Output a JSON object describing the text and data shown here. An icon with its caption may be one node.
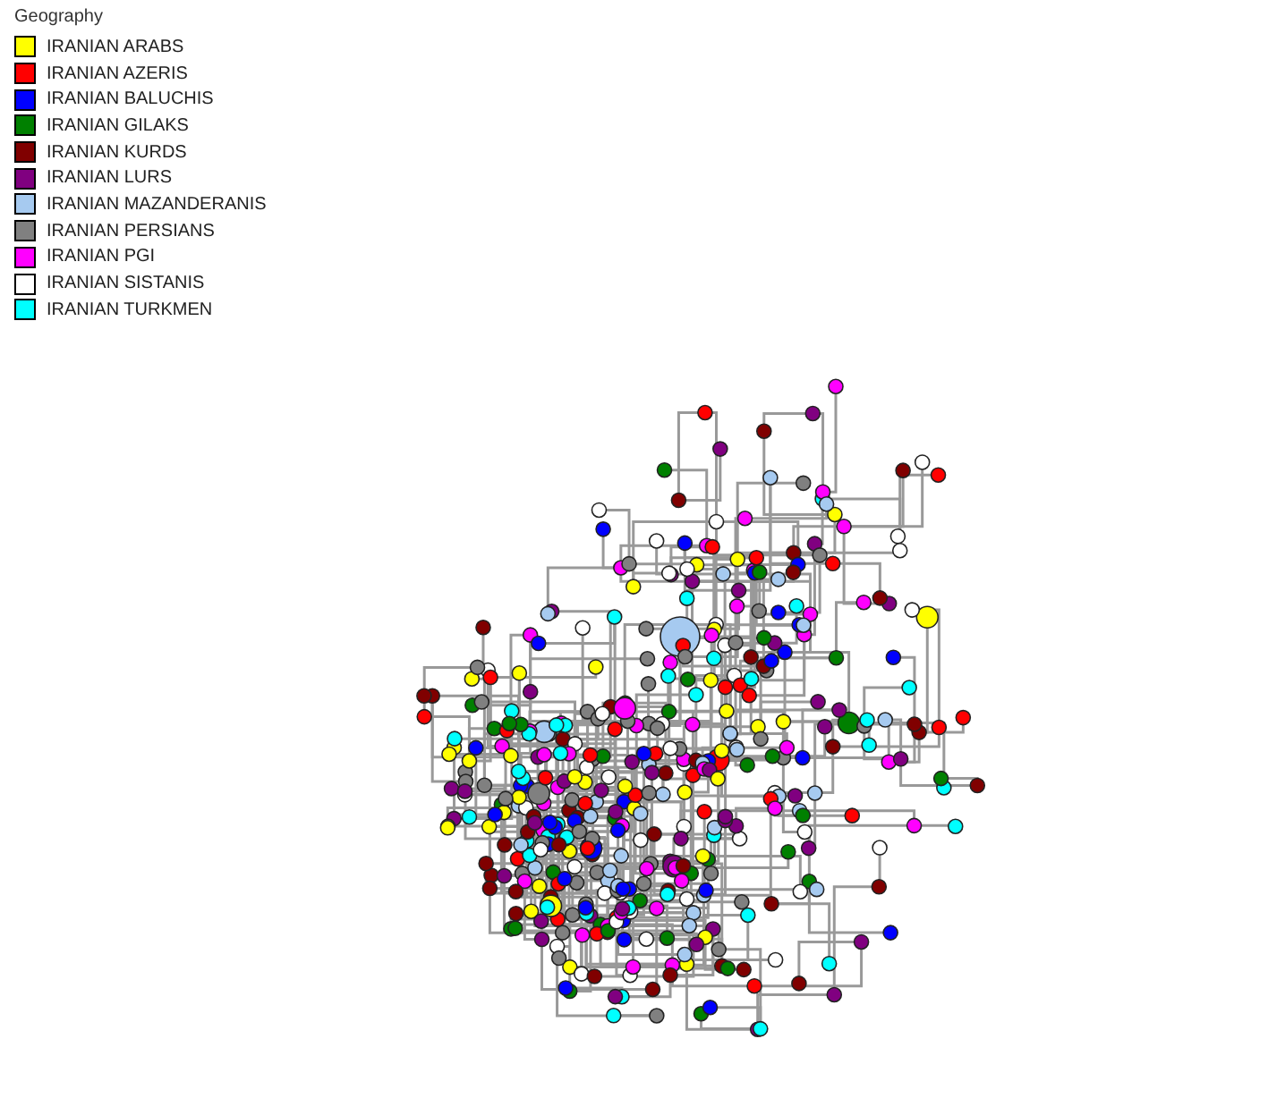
{
  "diagram": {
    "title": "Geography",
    "legend": [
      {
        "text": "IRANIAN ARABS",
        "color": "#ffff00"
      },
      {
        "text": "IRANIAN AZERIS",
        "color": "#ff0000"
      },
      {
        "text": "IRANIAN BALUCHIS",
        "color": "#0000ff"
      },
      {
        "text": "IRANIAN GILAKS",
        "color": "#008000"
      },
      {
        "text": "IRANIAN KURDS",
        "color": "#800000"
      },
      {
        "text": "IRANIAN LURS",
        "color": "#800080"
      },
      {
        "text": "IRANIAN MAZANDERANIS",
        "color": "#a6caf0"
      },
      {
        "text": "IRANIAN PERSIANS",
        "color": "#808080"
      },
      {
        "text": "IRANIAN PGI",
        "color": "#ff00ff"
      },
      {
        "text": "IRANIAN SISTANIS",
        "color": "#ffffff"
      },
      {
        "text": "IRANIAN TURKMEN",
        "color": "#00ffff"
      }
    ]
  }
}
